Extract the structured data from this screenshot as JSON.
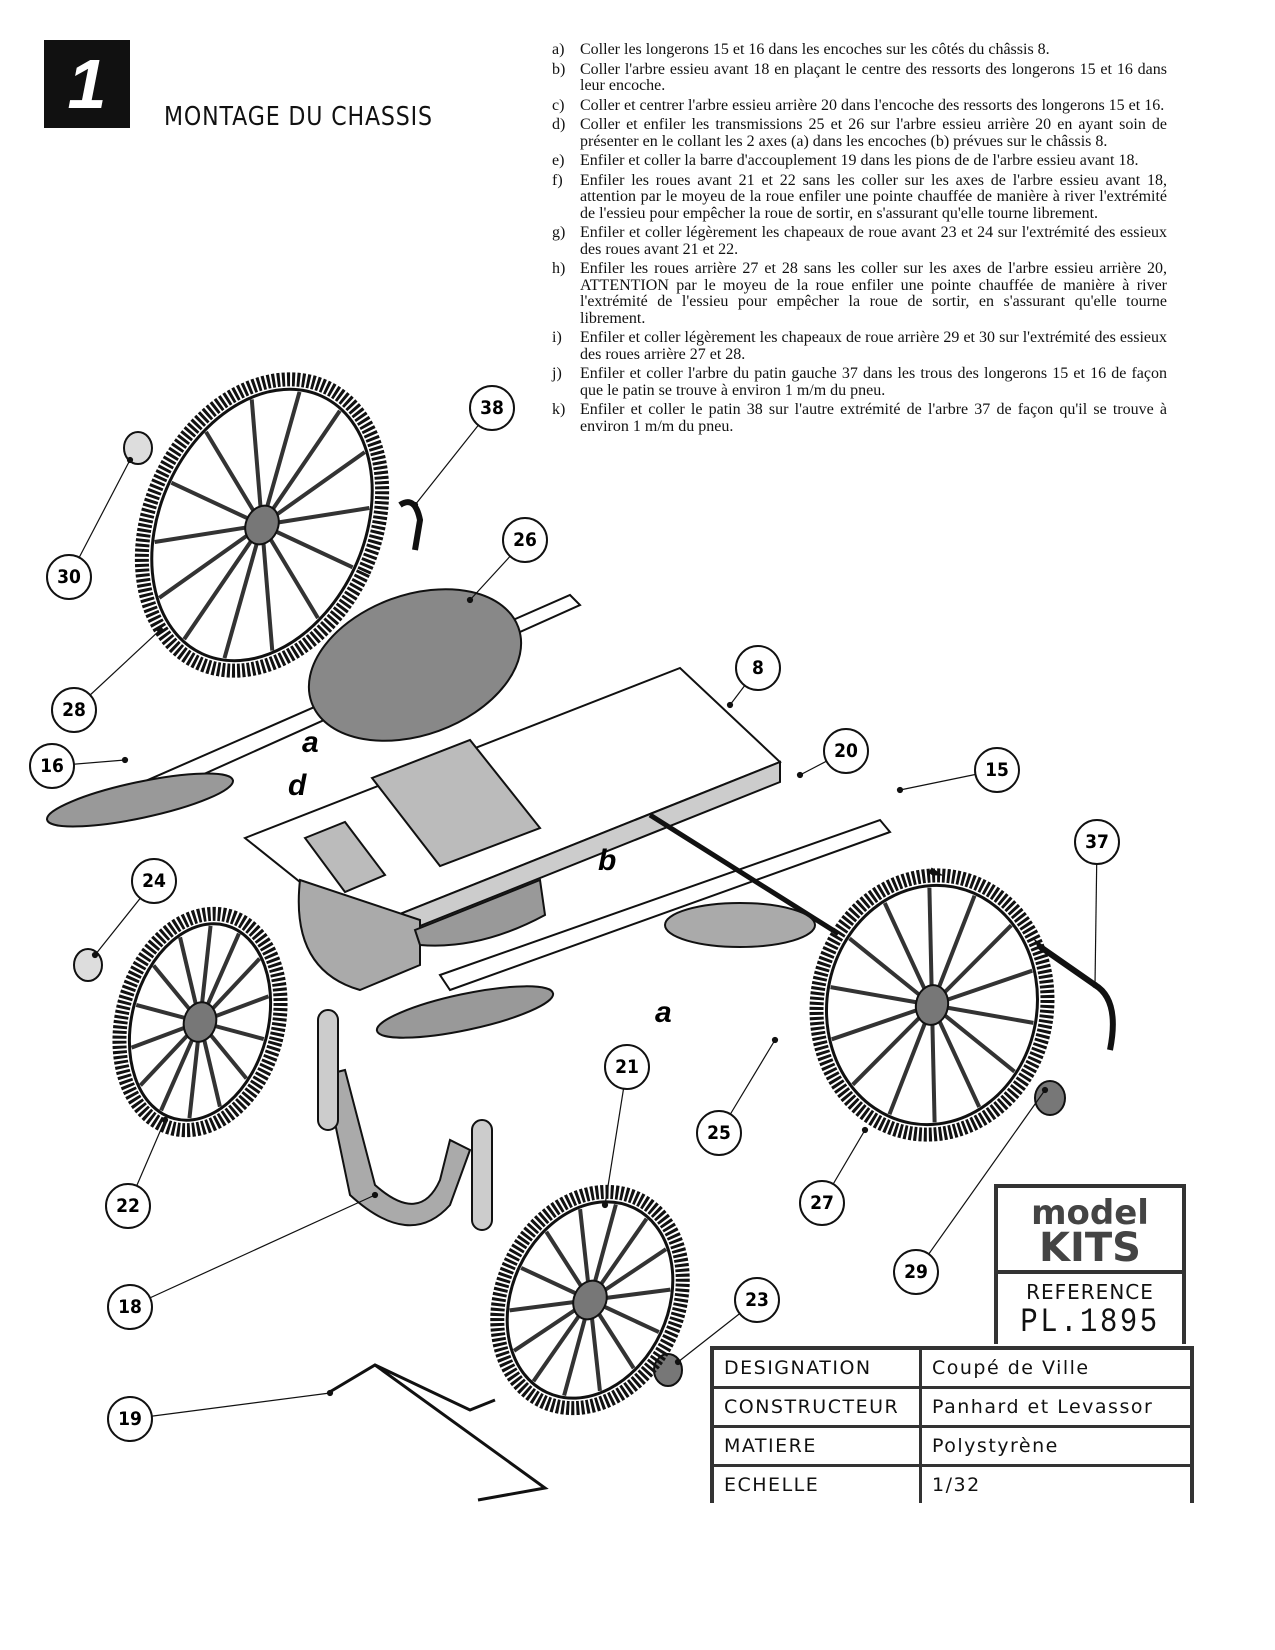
{
  "header": {
    "step_number": "1",
    "title": "MONTAGE DU CHASSIS"
  },
  "instructions": [
    {
      "label": "a)",
      "text": "Coller les longerons 15 et 16 dans les encoches sur les côtés du châssis 8."
    },
    {
      "label": "b)",
      "text": "Coller l'arbre essieu avant 18 en plaçant le centre des ressorts des longerons 15 et 16 dans leur encoche."
    },
    {
      "label": "c)",
      "text": "Coller et centrer l'arbre essieu arrière 20 dans l'encoche des ressorts des longerons 15 et 16."
    },
    {
      "label": "d)",
      "text": "Coller et enfiler les transmissions 25 et 26 sur l'arbre essieu arrière 20 en ayant soin de présenter en le collant les 2 axes (a) dans les encoches (b) prévues sur le châssis 8."
    },
    {
      "label": "e)",
      "text": "Enfiler et coller la barre d'accouplement 19 dans les pions de de l'arbre essieu avant 18."
    },
    {
      "label": "f)",
      "text": "Enfiler les roues avant 21 et 22 sans les coller sur les axes de l'arbre essieu avant 18, attention par le moyeu de la roue enfiler une pointe chauffée de manière à river l'extrémité de l'essieu pour empêcher la roue de sortir, en s'assurant qu'elle tourne librement."
    },
    {
      "label": "g)",
      "text": "Enfiler et coller légèrement les chapeaux de roue avant 23 et 24 sur l'extrémité des essieux des roues avant 21 et 22."
    },
    {
      "label": "h)",
      "text": "Enfiler les roues arrière 27 et 28 sans les coller sur les axes de l'arbre essieu arrière 20, ATTENTION par le moyeu de la roue enfiler une pointe chauffée de manière à river l'extrémité de l'essieu pour empêcher la roue de sortir, en s'assurant qu'elle tourne librement."
    },
    {
      "label": "i)",
      "text": "Enfiler et coller légèrement les chapeaux de roue arrière 29 et 30 sur l'extrémité des essieux des roues arrière 27 et 28."
    },
    {
      "label": "j)",
      "text": "Enfiler et coller l'arbre du patin gauche 37 dans les trous des longerons 15 et 16 de façon que le patin se trouve à environ 1 m/m du pneu."
    },
    {
      "label": "k)",
      "text": "Enfiler et coller le patin 38 sur l'autre extrémité de l'arbre 37 de façon qu'il se trouve à environ 1 m/m du pneu."
    }
  ],
  "callouts": [
    "38",
    "30",
    "26",
    "28",
    "8",
    "16",
    "20",
    "15",
    "37",
    "24",
    "21",
    "25",
    "22",
    "27",
    "18",
    "29",
    "23",
    "19"
  ],
  "letters": [
    "a",
    "d",
    "b",
    "a"
  ],
  "logo": {
    "line1": "model",
    "line2": "KITS"
  },
  "reference": {
    "label": "REFERENCE",
    "value": "PL.1895"
  },
  "title_block": [
    {
      "key": "DESIGNATION",
      "value": "Coupé de Ville"
    },
    {
      "key": "CONSTRUCTEUR",
      "value": "Panhard et Levassor"
    },
    {
      "key": "MATIERE",
      "value": "Polystyrène"
    },
    {
      "key": "ECHELLE",
      "value": "1/32"
    }
  ]
}
